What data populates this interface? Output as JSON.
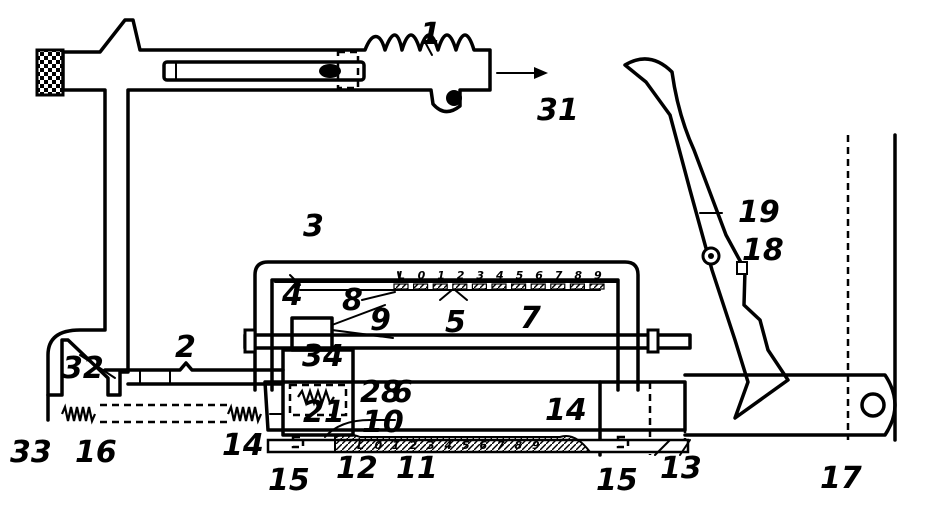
{
  "labels": {
    "l1": "1",
    "l2": "2",
    "l3": "3",
    "l4": "4",
    "l5": "5",
    "l6": "6",
    "l7": "7",
    "l8": "8",
    "l9": "9",
    "l10": "10",
    "l11": "11",
    "l12": "12",
    "l13": "13",
    "l14a": "14",
    "l14b": "14",
    "l15a": "15",
    "l15b": "15",
    "l16": "16",
    "l17": "17",
    "l18": "18",
    "l19": "19",
    "l21": "21",
    "l28": "28",
    "l31": "31",
    "l32": "32",
    "l33": "33",
    "l34": "34"
  },
  "upper_scale": [
    "L",
    "0",
    "1",
    "2",
    "3",
    "4",
    "5",
    "6",
    "7",
    "8",
    "9"
  ],
  "lower_scale": [
    "L",
    "0",
    "1",
    "2",
    "3",
    "4",
    "5",
    "6",
    "7",
    "8",
    "9"
  ]
}
